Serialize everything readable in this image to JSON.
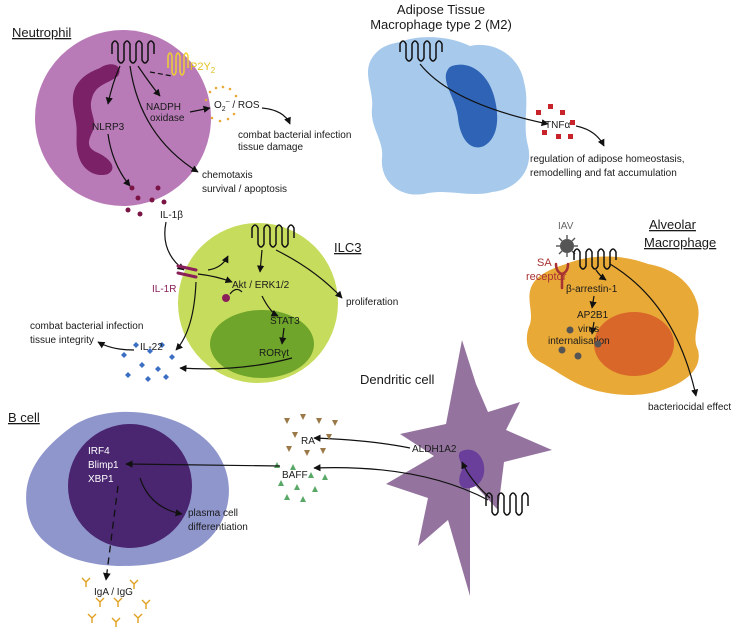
{
  "colors": {
    "neutrophil_body": "#b97bb8",
    "neutrophil_nucleus": "#7a2167",
    "adipose_body": "#a6c9ec",
    "adipose_nucleus": "#2f63b5",
    "ilc3_body": "#c6dc5c",
    "ilc3_nucleus": "#6ea52a",
    "alveolar_body": "#e8a937",
    "alveolar_nucleus": "#d9672a",
    "dendritic_body": "#94749f",
    "dendritic_nucleus": "#6a3f9b",
    "bcell_body": "#8f96cc",
    "bcell_nucleus": "#4a2570",
    "p2y2": "#f0d030",
    "il1r": "#8a1f5a",
    "il1b_dots": "#7a1444",
    "il22_diamonds": "#3a6fc4",
    "tnfa_squares": "#c8232b",
    "ra_triangles": "#9a7848",
    "baff_triangles": "#5aa867",
    "ig_glyphs": "#e0a020",
    "sa_receptor": "#a83232",
    "iav_virus": "#555555",
    "ros_dots": "#e8a937"
  },
  "cells": {
    "neutrophil": {
      "title": "Neutrophil",
      "p2y2_label": "P2Y",
      "p2y2_sub": "2",
      "nadph_line1": "NADPH",
      "nadph_line2": "oxidase",
      "o2_label": "O",
      "o2_sub": "2",
      "o2_sup": "–",
      "ros_label": " / ROS",
      "nlrp3": "NLRP3",
      "effect_line1": "combat bacterial infection",
      "effect_line2": "tissue damage",
      "chemo_line1": "chemotaxis",
      "chemo_line2": "survival / apoptosis",
      "il1b": "IL-1β"
    },
    "adipose": {
      "title_line1": "Adipose Tissue",
      "title_line2": "Macrophage type 2 (M2)",
      "tnfa": "TNFα",
      "effect_line1": "regulation of adipose homeostasis,",
      "effect_line2": "remodelling and fat accumulation"
    },
    "ilc3": {
      "title": "ILC3",
      "il1r": "IL-1R",
      "akt": "Akt / ERK1/2",
      "stat3": "STAT3",
      "roryt": "RORγt",
      "proliferation": "proliferation",
      "il22": "IL-22",
      "effect_line1": "combat bacterial infection",
      "effect_line2": "tissue integrity"
    },
    "alveolar": {
      "title_line1": "Alveolar",
      "title_line2": "Macrophage",
      "iav": "IAV",
      "sa_line1": "SA",
      "sa_line2": "receptor",
      "barrestin": "β-arrestin-1",
      "ap2b1": "AP2B1",
      "virus_line1": "virus",
      "virus_line2": "internalisation",
      "effect": "bacteriocidal effect"
    },
    "dendritic": {
      "title": "Dendritic cell",
      "aldh": "ALDH1A2",
      "ra": "RA",
      "baff": "BAFF"
    },
    "bcell": {
      "title": "B cell",
      "irf4": "IRF4",
      "blimp1": "Blimp1",
      "xbp1": "XBP1",
      "diff_line1": "plasma cell",
      "diff_line2": "differentiation",
      "ig": "IgA / IgG"
    }
  }
}
